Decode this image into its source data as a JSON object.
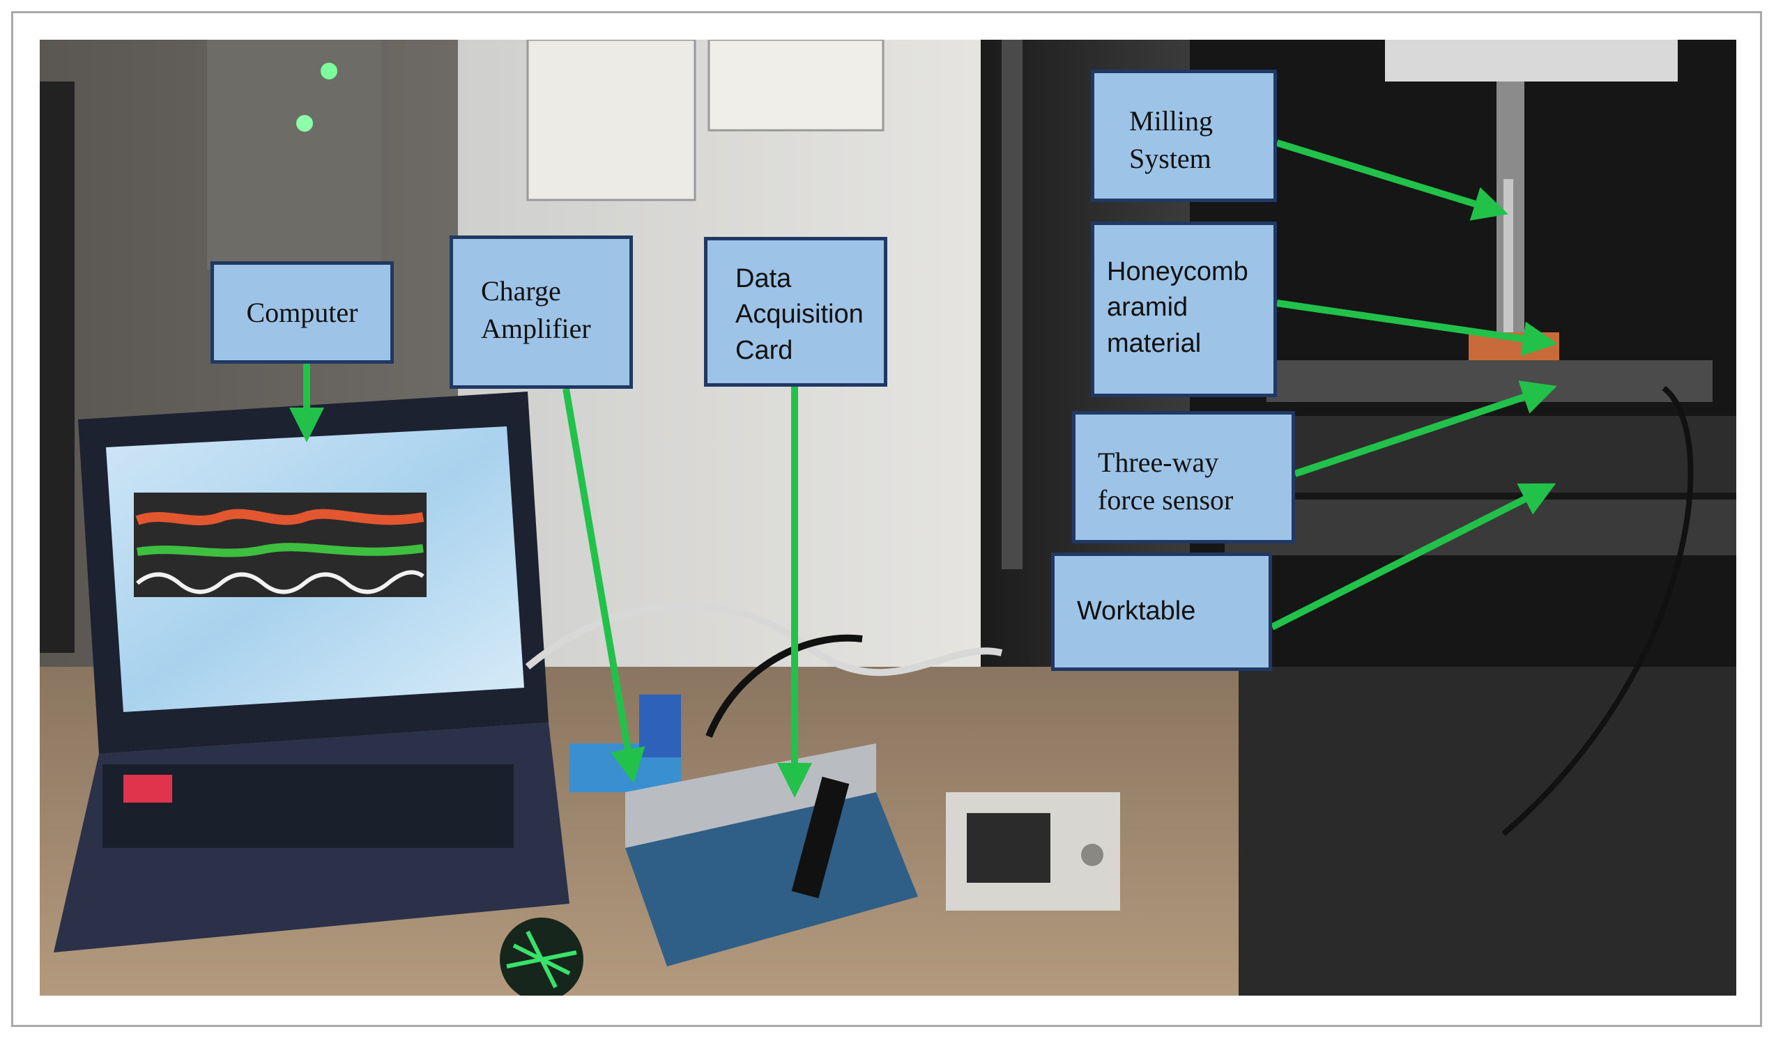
{
  "labels": {
    "computer": "Computer",
    "charge_amplifier": {
      "line1": "Charge",
      "line2": "Amplifier"
    },
    "data_acquisition": {
      "line1": "Data",
      "line2": "Acquisition",
      "line3": "Card"
    },
    "milling": {
      "line1": "Milling",
      "line2": "System"
    },
    "honeycomb": {
      "line1": "Honeycomb",
      "line2": "aramid",
      "line3": "material"
    },
    "sensor": {
      "line1": "Three-way",
      "line2": "force sensor"
    },
    "worktable": "Worktable"
  },
  "colors": {
    "label_fill": "#9dc3e6",
    "label_border": "#1f3864",
    "arrow": "#22c24a"
  }
}
